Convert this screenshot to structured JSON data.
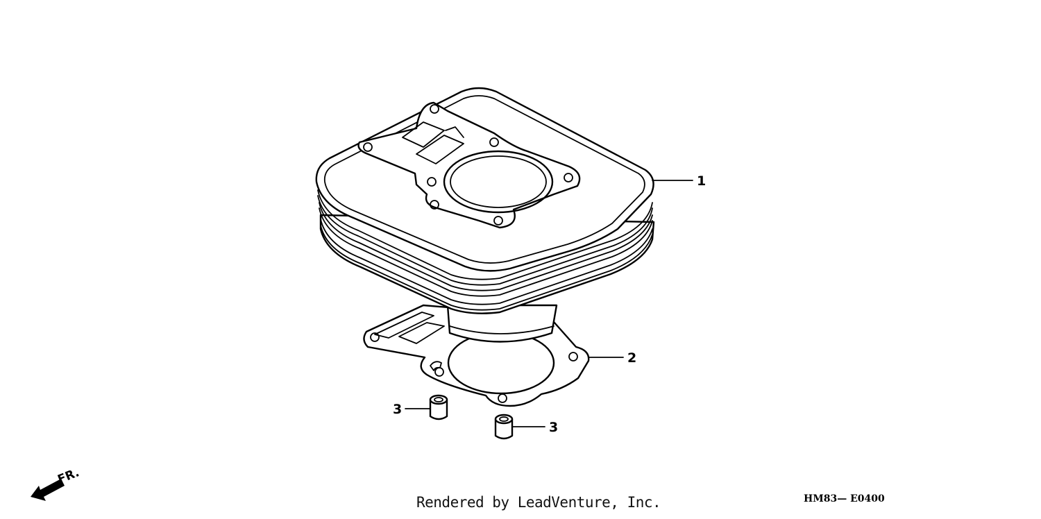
{
  "diagram": {
    "callouts": [
      {
        "id": "1",
        "label": "1"
      },
      {
        "id": "2",
        "label": "2"
      },
      {
        "id": "3a",
        "label": "3"
      },
      {
        "id": "3b",
        "label": "3"
      }
    ],
    "direction_marker": {
      "label": "FR."
    }
  },
  "footer": {
    "credit": "Rendered by LeadVenture, Inc.",
    "figure_code": "HM83— E0400"
  }
}
